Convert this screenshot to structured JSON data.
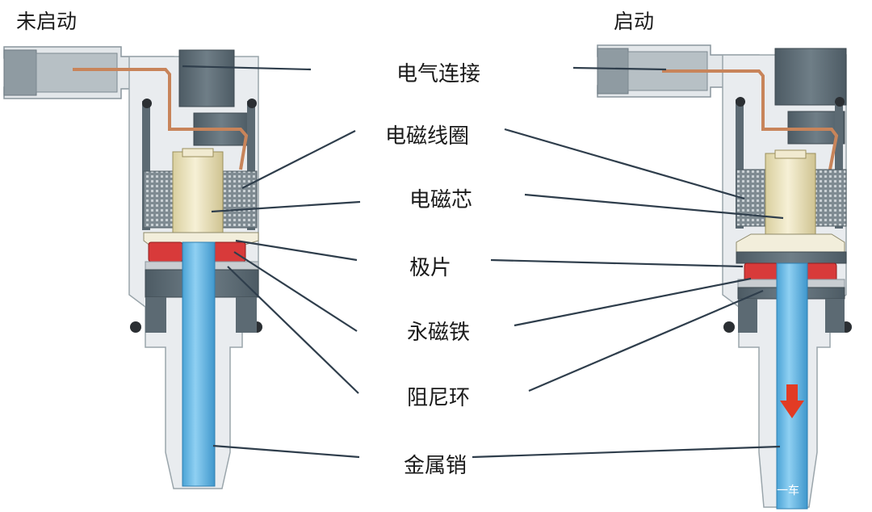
{
  "titles": {
    "left": "未启动",
    "right": "启动"
  },
  "labels": {
    "electrical_connection": "电气连接",
    "solenoid_coil": "电磁线圈",
    "solenoid_core": "电磁芯",
    "pole_piece": "极片",
    "permanent_magnet": "永磁铁",
    "damping_ring": "阻尼环",
    "metal_pin": "金属销"
  },
  "watermark": "一车",
  "colors": {
    "housing": "#e9ecef",
    "dark_gray": "#5c6a73",
    "coil": "#7f8b92",
    "core": "#efe7c4",
    "magnet": "#d83a3a",
    "pin": "#5fb7e6",
    "wire": "#c8845a",
    "leader": "#2f3e4c",
    "arrow": "#e23b24"
  }
}
